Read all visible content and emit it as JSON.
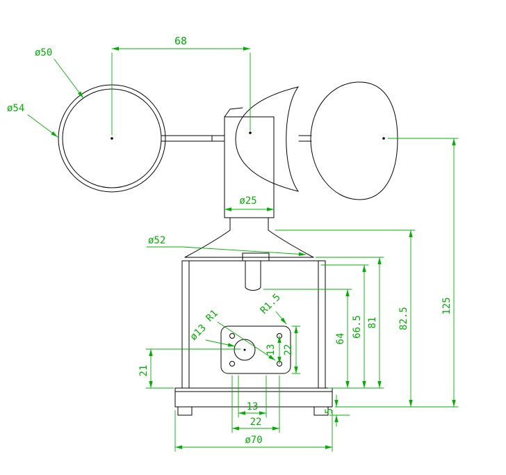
{
  "colors": {
    "line": "#000000",
    "dimension": "#00b000",
    "background": "#ffffff"
  },
  "dims": {
    "span_68": "68",
    "dia50": "ø50",
    "dia54": "ø54",
    "dia25": "ø25",
    "dia52": "ø52",
    "r1": "R1",
    "r1_5": "R1.5",
    "dia13": "ø13",
    "left_21": "21",
    "plate_v13": "13",
    "plate_v22": "22",
    "h64": "64",
    "h66_5": "66.5",
    "h81": "81",
    "h82_5": "82.5",
    "h125": "125",
    "foot_5": "5",
    "bottom_13": "13",
    "bottom_22": "22",
    "dia70": "ø70"
  }
}
